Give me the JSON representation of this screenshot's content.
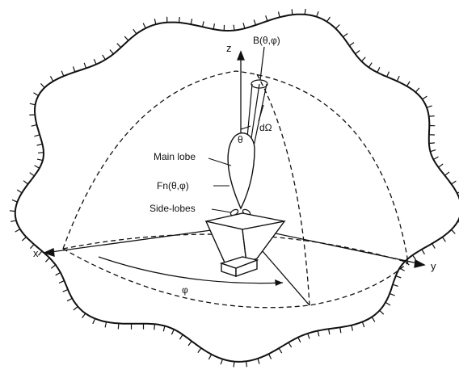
{
  "labels": {
    "z_axis": "z",
    "x_axis": "x",
    "y_axis": "y",
    "brightness": "B(θ,φ)",
    "solid_angle": "dΩ",
    "theta": "θ",
    "phi": "φ",
    "main_lobe": "Main lobe",
    "pattern": "Fn(θ,φ)",
    "side_lobes": "Side-lobes"
  },
  "colors": {
    "ink": "#111111",
    "paper": "#ffffff"
  }
}
